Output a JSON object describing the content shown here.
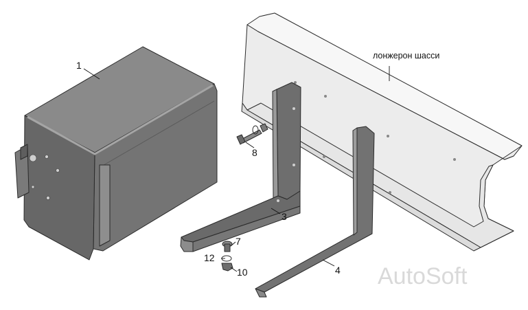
{
  "callouts": {
    "part_1": "1",
    "part_3": "3",
    "part_4": "4",
    "part_7": "7",
    "part_8": "8",
    "part_10": "10",
    "part_12": "12"
  },
  "chassis_rail_label": "лонжерон шасси",
  "watermark": "AutoSoft",
  "colors": {
    "box_front": "#6b6b6b",
    "box_side": "#767676",
    "box_top": "#8a8a8a",
    "bracket": "#707070",
    "rail_face": "#ececec",
    "rail_top": "#f7f7f7"
  }
}
